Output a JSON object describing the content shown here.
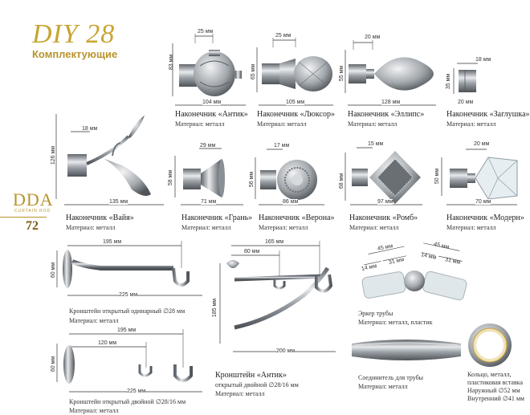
{
  "page": {
    "title": "DIY 28",
    "subtitle": "Комплектующие",
    "brand": "DDA",
    "brand_sub": "CURTAIN ROD",
    "page_number": "72"
  },
  "colors": {
    "gold": "#c8a432",
    "metal": "#9aa0a6",
    "metal_dark": "#5f656b"
  },
  "items": {
    "antik": {
      "caption": "Наконечник «Антик»",
      "material": "Материал: металл",
      "d_w": "25 мм",
      "d_h": "83 мм",
      "d_len": "104 мм"
    },
    "lyuksor": {
      "caption": "Наконечник «Люксор»",
      "material": "Материал: металл",
      "d_w": "25 мм",
      "d_h": "65 мм",
      "d_len": "105 мм"
    },
    "ellips": {
      "caption": "Наконечник «Эллипс»",
      "material": "Материал: металл",
      "d_w": "20 мм",
      "d_h": "55 мм",
      "d_len": "128 мм"
    },
    "zaglushka": {
      "caption": "Наконечник «Заглушка»",
      "material": "Материал: металл",
      "d_w": "18 мм",
      "d_h": "35 мм",
      "d_len": "20 мм"
    },
    "vaiya": {
      "caption": "Наконечник «Вайя»",
      "material": "Материал: металл",
      "d_w": "18 мм",
      "d_h": "126 мм",
      "d_len": "135 мм"
    },
    "gran": {
      "caption": "Наконечник «Грань»",
      "material": "Материал: металл",
      "d_w": "29 мм",
      "d_h": "58 мм",
      "d_len": "71 мм"
    },
    "verona": {
      "caption": "Наконечник «Верона»",
      "material": "Материал: металл",
      "d_w": "17 мм",
      "d_h": "56 мм",
      "d_len": "86 мм"
    },
    "romb": {
      "caption": "Наконечник «Ромб»",
      "material": "Материал: металл",
      "d_w": "15 мм",
      "d_h": "68 мм",
      "d_len": "97 мм"
    },
    "modern": {
      "caption": "Наконечник «Модерн»",
      "material": "Материал: металл",
      "d_w": "20 мм",
      "d_h": "50 мм",
      "d_len": "70 мм"
    },
    "bracket_single": {
      "caption": "Кронштейн открытый одинарный ∅28 мм",
      "material": "Материал: металл",
      "d_top": "195 мм",
      "d_h": "60 мм",
      "d_bottom": "225 мм"
    },
    "bracket_double": {
      "caption": "Кронштейн открытый двойной ∅28/16 мм",
      "material": "Материал: металл",
      "d_top": "195 мм",
      "d_mid": "120 мм",
      "d_h": "60 мм",
      "d_bottom": "225 мм"
    },
    "bracket_antik": {
      "caption": "Кронштейн «Антик»",
      "caption2": "открытый двойной ∅28/16 мм",
      "material": "Материал: металл",
      "d_top": "165 мм",
      "d_mid": "80 мм",
      "d_h": "185 мм",
      "d_bottom": "200 мм"
    },
    "erker": {
      "caption": "Эркер трубы",
      "material": "Материал: металл, пластик",
      "d1": "45 мм",
      "d2": "45 мм",
      "d3": "14 мм",
      "d4": "31 мм",
      "d5": "14 мм",
      "d6": "31 мм"
    },
    "connector": {
      "caption": "Соединитель для трубы",
      "material": "Материал: металл"
    },
    "ring": {
      "caption": "Кольцо, металл,",
      "caption2": "пластиковая вставка",
      "outer": "Наружный ∅52 мм",
      "inner": "Внутренний ∅41 мм"
    }
  }
}
